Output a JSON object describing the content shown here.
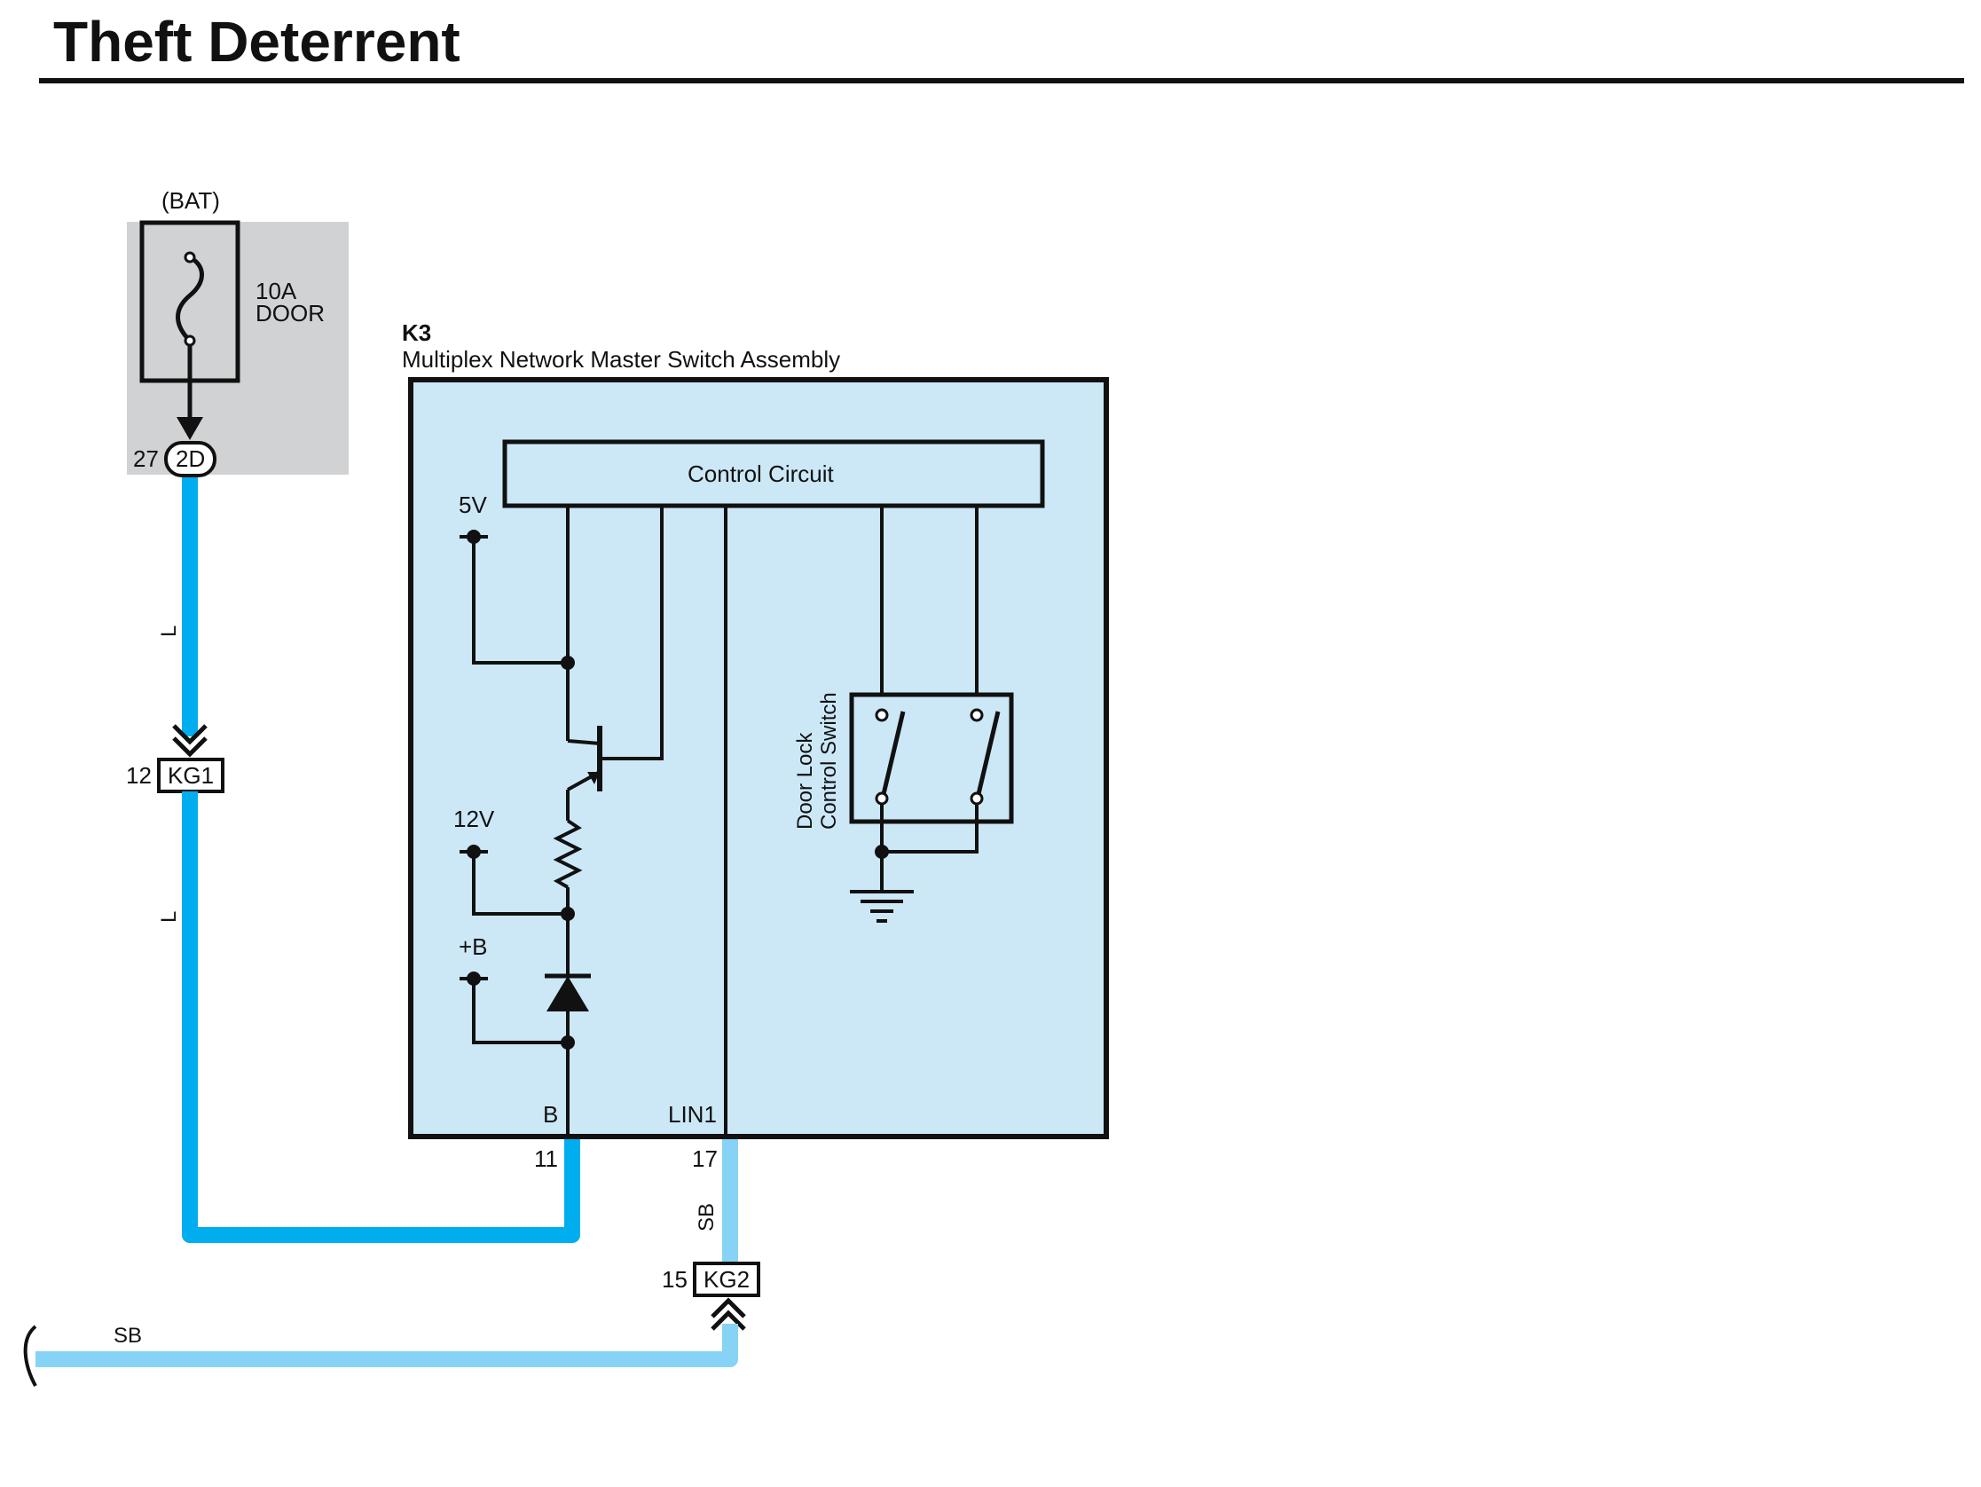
{
  "title": "Theft Deterrent",
  "colors": {
    "wire_l": "#00aeef",
    "wire_sb": "#87d3f5",
    "module_fill": "#cce8f7",
    "fuse_box_fill": "#d1d2d4",
    "line": "#111111"
  },
  "fuse": {
    "source": "(BAT)",
    "rating": "10A",
    "name": "DOOR"
  },
  "connectors": {
    "c2d": {
      "id": "2D",
      "pin": "27"
    },
    "kg1": {
      "id": "KG1",
      "pin": "12"
    },
    "kg2": {
      "id": "KG2",
      "pin": "15"
    }
  },
  "module": {
    "code": "K3",
    "name": "Multiplex Network Master Switch Assembly",
    "control_circuit": "Control Circuit",
    "labels": {
      "v5": "5V",
      "v12": "12V",
      "vb": "+B"
    },
    "switch_label_line1": "Door Lock",
    "switch_label_line2": "Control Switch",
    "terminals": [
      {
        "name": "B",
        "pin": "11"
      },
      {
        "name": "LIN1",
        "pin": "17"
      }
    ]
  },
  "wires": {
    "l_top": "L",
    "l_bottom": "L",
    "sb_vertical": "SB",
    "sb_horizontal": "SB"
  }
}
